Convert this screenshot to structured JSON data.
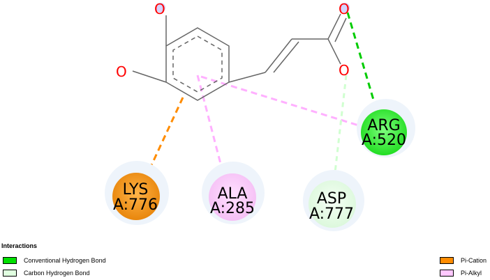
{
  "molecule": {
    "atoms": [
      "O",
      "O",
      "O",
      "O"
    ]
  },
  "residues": [
    {
      "id": "lys",
      "name": "LYS",
      "chain_pos": "A:776",
      "type": "Pi-Cation"
    },
    {
      "id": "ala",
      "name": "ALA",
      "chain_pos": "A:285",
      "type": "Pi-Alkyl"
    },
    {
      "id": "asp",
      "name": "ASP",
      "chain_pos": "A:777",
      "type": "Carbon Hydrogen Bond"
    },
    {
      "id": "arg",
      "name": "ARG",
      "chain_pos": "A:520",
      "type": "Conventional Hydrogen Bond"
    }
  ],
  "legend": {
    "title": "Interactions",
    "items": [
      {
        "label": "Conventional Hydrogen Bond",
        "color": "#00e000"
      },
      {
        "label": "Carbon Hydrogen Bond",
        "color": "#e0ffe0"
      },
      {
        "label": "Pi-Cation",
        "color": "#ff8c00"
      },
      {
        "label": "Pi-Alkyl",
        "color": "#ffc8ff"
      }
    ]
  },
  "colors": {
    "bond": "#666666",
    "oxygen": "#ff0000",
    "pi_cation": "#ff8c00",
    "pi_alkyl": "#ffb0ff",
    "conv_hbond": "#00cc00",
    "carbon_hbond": "#d0ffd0"
  }
}
